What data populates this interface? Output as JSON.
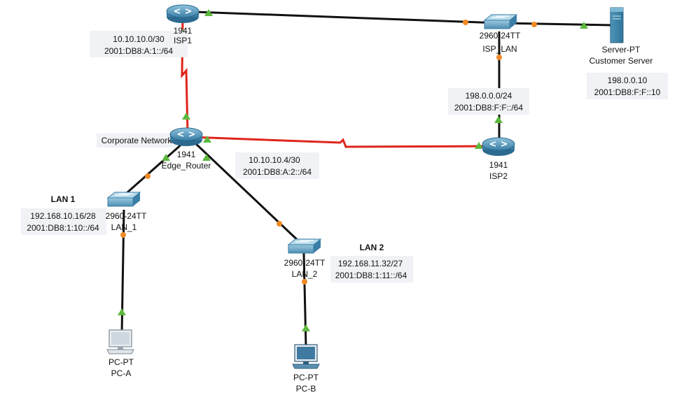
{
  "colors": {
    "link_copper": "#111111",
    "link_serial": "#e0241b",
    "status_up": "#5cb83c",
    "status_orange": "#f08a24",
    "router_body": "#4f8fb3",
    "switch_body": "#6aa8c8",
    "note_background": "#f1f2f6"
  },
  "devices": {
    "isp1": {
      "model": "1941",
      "name": "ISP1",
      "icon": "router-icon"
    },
    "isp_lan": {
      "model": "2960-24TT",
      "name": "ISP_LAN",
      "icon": "switch-icon"
    },
    "customer_server": {
      "model": "Server-PT",
      "name": "Customer Server",
      "icon": "server-icon"
    },
    "edge_router": {
      "model": "1941",
      "name": "Edge_Router",
      "icon": "router-icon"
    },
    "isp2": {
      "model": "1941",
      "name": "ISP2",
      "icon": "router-icon"
    },
    "lan_1": {
      "model": "2960-24TT",
      "name": "LAN_1",
      "icon": "switch-icon"
    },
    "lan_2": {
      "model": "2960-24TT",
      "name": "LAN_2",
      "icon": "switch-icon"
    },
    "pc_a": {
      "model": "PC-PT",
      "name": "PC-A",
      "icon": "pc-icon"
    },
    "pc_b": {
      "model": "PC-PT",
      "name": "PC-B",
      "icon": "pc-icon"
    }
  },
  "notes": {
    "isp1_link": {
      "line1": "10.10.10.0/30",
      "line2": "2001:DB8:A:1::/64"
    },
    "isp2_link": {
      "line1": "10.10.10.4/30",
      "line2": "2001:DB8:A:2::/64"
    },
    "isp_lan_net": {
      "line1": "198.0.0.0/24",
      "line2": "2001:DB8:F:F::/64"
    },
    "server_addr": {
      "line1": "198.0.0.10",
      "line2": "2001:DB8:F:F::10"
    },
    "lan1_net": {
      "line1": "192.168.10.16/28",
      "line2": "2001:DB8:1:10::/64"
    },
    "lan2_net": {
      "line1": "192.168.11.32/27",
      "line2": "2001:DB8:1:11::/64"
    },
    "corporate": "Corporate Network",
    "lan1_title": "LAN 1",
    "lan2_title": "LAN 2"
  }
}
